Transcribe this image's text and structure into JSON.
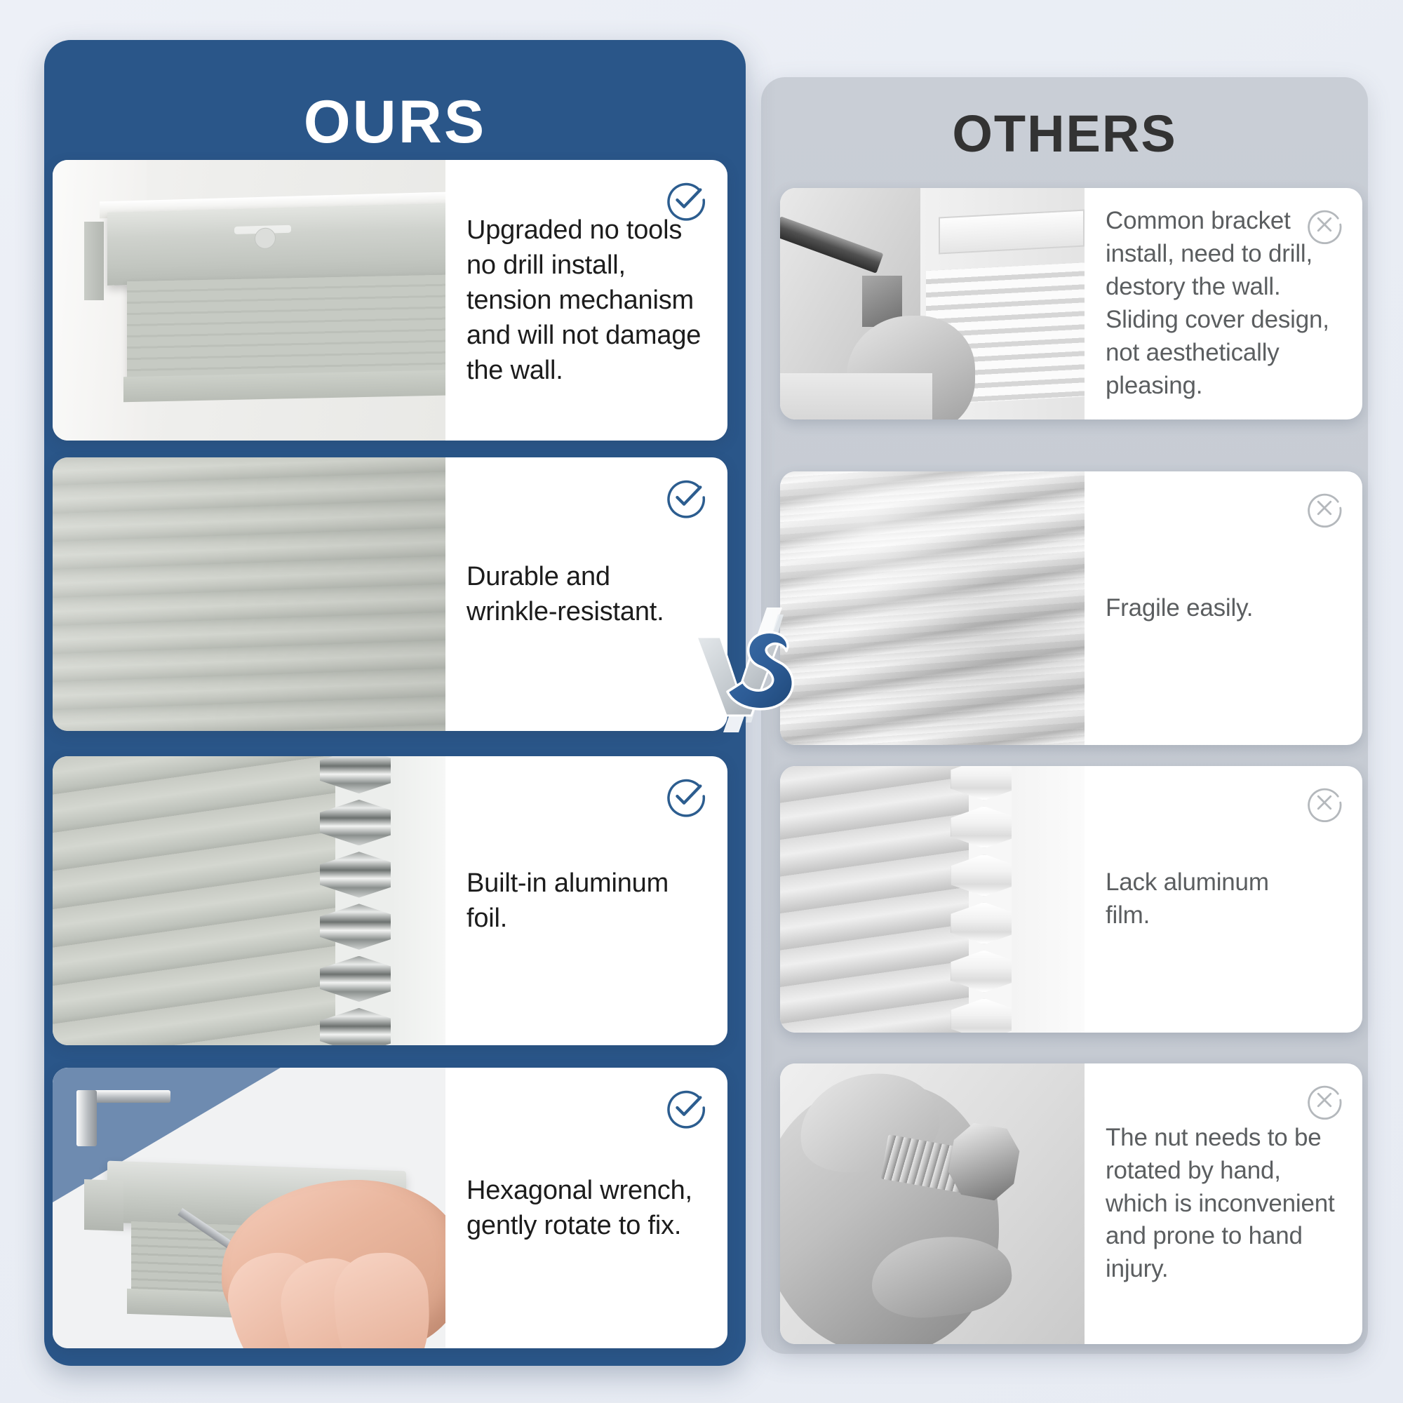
{
  "panels": {
    "ours": {
      "title": "OURS",
      "accent_color": "#2a5689",
      "icon": "check-circle-icon",
      "rows": [
        {
          "text": "Upgraded no tools\nno drill install,\ntension mechanism\nand will not damage\nthe wall.",
          "photo": "blind-headrail-no-drill-install"
        },
        {
          "text": "Durable and\nwrinkle-resistant.",
          "photo": "pleated-shade-fabric-closeup"
        },
        {
          "text": "Built-in aluminum\nfoil.",
          "photo": "cellular-shade-aluminum-foil-cells"
        },
        {
          "text": "Hexagonal wrench,\ngently rotate to fix.",
          "photo": "hand-using-hex-wrench-on-headrail"
        }
      ]
    },
    "others": {
      "title": "OTHERS",
      "accent_color": "#c9ced6",
      "icon": "x-circle-icon",
      "rows": [
        {
          "text": "Common bracket\ninstall,  need to drill,\ndestory the wall.\nSliding cover design,\nnot aesthetically\npleasing.",
          "photo": "drilling-bracket-into-wall-grayscale"
        },
        {
          "text": "Fragile easily.",
          "photo": "crumpled-fragile-pleats-grayscale"
        },
        {
          "text": "Lack aluminum\nfilm.",
          "photo": "plain-white-cellular-shade-grayscale"
        },
        {
          "text": "The nut needs to be\nrotated by hand,\nwhich is inconvenient\nand prone to hand\ninjury.",
          "photo": "hand-rotating-nut-grayscale"
        }
      ]
    }
  },
  "vs_badge": {
    "label": "VS",
    "v_color": "#c7ccd1",
    "s_color": "#2d5c96"
  },
  "colors": {
    "background": "#eaeef5",
    "ours_panel": "#2a5689",
    "others_panel": "#c9ced6",
    "ours_text": "#1c1c1c",
    "others_text": "#5b5e60",
    "check_icon": "#2c5d8f",
    "x_icon": "#b4b8bc",
    "others_title": "#333333"
  }
}
